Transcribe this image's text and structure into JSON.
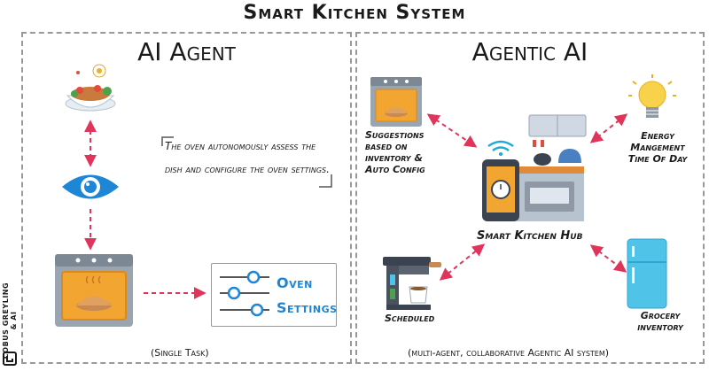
{
  "title": "Smart Kitchen System",
  "left": {
    "title": "AI Agent",
    "note": "The oven autonomously assess the dish and configure the oven settings.",
    "settings": {
      "line1": "Oven",
      "line2": "Settings"
    },
    "caption": "(Single Task)"
  },
  "right": {
    "title": "Agentic AI",
    "hub_label": "Smart Kitchen Hub",
    "suggestions_label": "Suggestions based on inventory & Auto Config",
    "energy_label": "Energy Mangement Time Of Day",
    "scheduled_label": "Scheduled",
    "grocery_label": "Grocery inventory",
    "caption": "(multi-agent, collaborative Agentic AI system)"
  },
  "brand": {
    "line1": "COBUS GREYLING",
    "line2": "& AI"
  },
  "colors": {
    "arrow": "#e0345a",
    "oven": "#f2a531",
    "oven_body": "#9aa5b1",
    "eye": "#1d86d6",
    "slider": "#1d86d6",
    "fridge": "#4fc3e8"
  },
  "icons": [
    "food-bowl-icon",
    "eye-icon",
    "oven-icon",
    "sliders-icon",
    "lightbulb-icon",
    "smart-kitchen-icon",
    "coffee-machine-icon",
    "fridge-icon"
  ]
}
